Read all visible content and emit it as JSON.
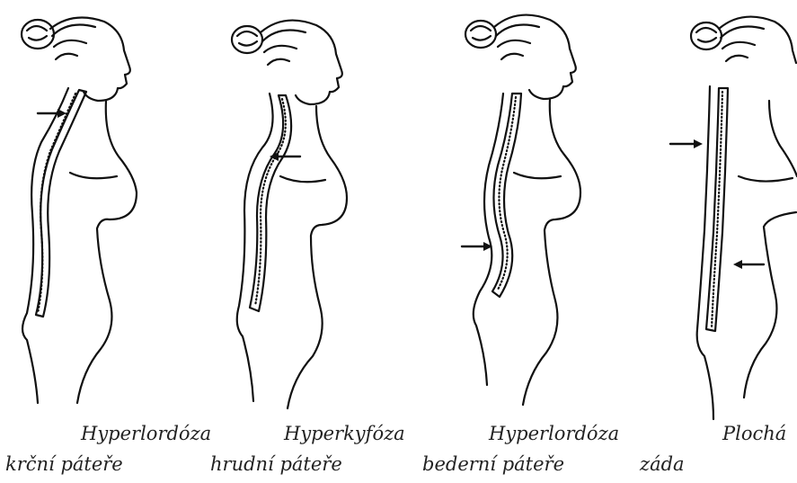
{
  "figures": [
    {
      "id": "fig-1",
      "caption_line1": "Hyperlordóza",
      "caption_line2": "krční páteře"
    },
    {
      "id": "fig-2",
      "caption_line1": "Hyperkyfóza",
      "caption_line2": "hrudní páteře"
    },
    {
      "id": "fig-3",
      "caption_line1": "Hyperlordóza",
      "caption_line2": "bederní páteře"
    },
    {
      "id": "fig-4",
      "caption_line1": "Plochá",
      "caption_line2": "záda"
    }
  ]
}
